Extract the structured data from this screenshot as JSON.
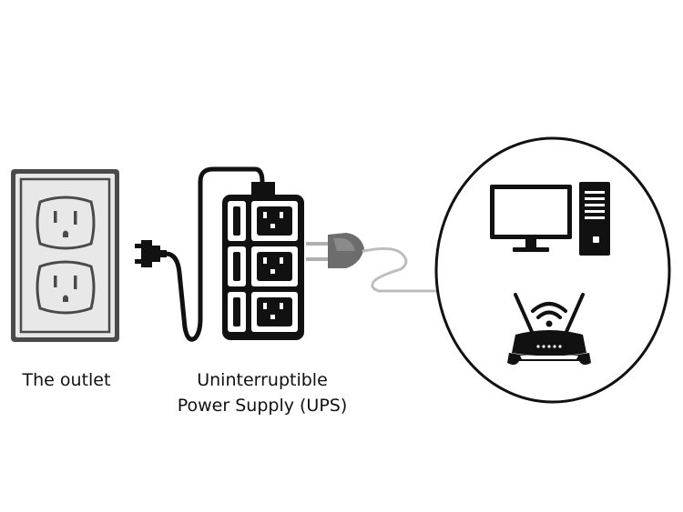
{
  "labels": {
    "outlet": "The outlet",
    "ups_line1": "Uninterruptible",
    "ups_line2": "Power Supply (UPS)"
  },
  "icons": {
    "outlet": "wall-outlet-icon",
    "plug": "power-plug-icon",
    "ups": "power-strip-icon",
    "ups_plug": "ups-output-plug-icon",
    "computer": "desktop-computer-icon",
    "router": "wifi-router-icon"
  },
  "colors": {
    "ink": "#111111",
    "outlet_fill": "#e8e8e8",
    "outlet_border": "#4a4a4a",
    "plug_grey": "#6d6d6d",
    "cord_grey": "#bdbdbd"
  }
}
